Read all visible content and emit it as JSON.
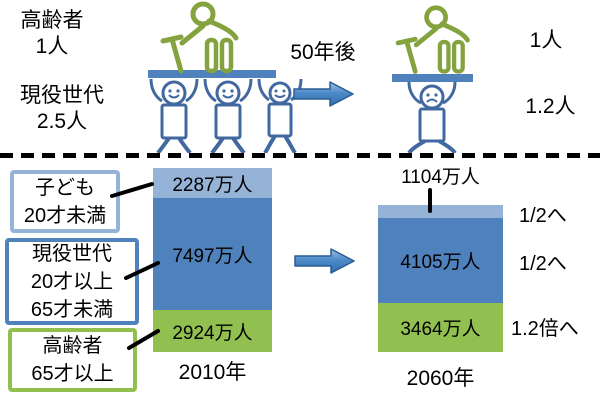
{
  "colors": {
    "light_blue": "#95B3D7",
    "blue": "#4F81BD",
    "green_bar": "#92C050",
    "green_figure": "#84A23E",
    "figure_blue": "#41699F",
    "arrow_stroke": "#2A5D90",
    "connector_black": "#000000"
  },
  "icons": {
    "elderly_figure": "elderly-person-with-cane",
    "worker_figure": "person-holding-platform",
    "arrow_right": "block-arrow-right"
  },
  "top": {
    "elderly_caption": {
      "line1": "高齢者",
      "line2": "1人"
    },
    "working_caption": {
      "line1": "現役世代",
      "line2": "2.5人"
    },
    "transition_label": "50年後",
    "right_value_elderly": "1人",
    "right_value_working": "1.2人"
  },
  "legend": [
    {
      "lines": [
        "子ども",
        "20才未満"
      ],
      "color": "#95B3D7"
    },
    {
      "lines": [
        "現役世代",
        "20才以上",
        "65才未満"
      ],
      "color": "#4F81BD"
    },
    {
      "lines": [
        "高齢者",
        "65才以上"
      ],
      "color": "#92C050"
    }
  ],
  "chart_data": {
    "type": "bar",
    "stacked": true,
    "unit": "万人",
    "categories": [
      "2010年",
      "2060年"
    ],
    "series": [
      {
        "name": "子ども 20才未満",
        "color": "#95B3D7",
        "values": [
          2287,
          1104
        ]
      },
      {
        "name": "現役世代 20才以上65才未満",
        "color": "#4F81BD",
        "values": [
          7497,
          4105
        ]
      },
      {
        "name": "高齢者 65才以上",
        "color": "#92C050",
        "values": [
          2924,
          3464
        ]
      }
    ],
    "annotations": [
      "1/2へ",
      "1/2へ",
      "1.2倍へ"
    ],
    "legend_position": "left",
    "grid": false
  },
  "bars": {
    "left": {
      "year": "2010年",
      "child_label": "2287万人",
      "working_label": "7497万人",
      "elderly_label": "2924万人"
    },
    "right": {
      "year": "2060年",
      "child_label": "1104万人",
      "working_label": "4105万人",
      "elderly_label": "3464万人"
    }
  },
  "annotations": {
    "child_change": "1/2へ",
    "working_change": "1/2へ",
    "elderly_change": "1.2倍へ"
  }
}
